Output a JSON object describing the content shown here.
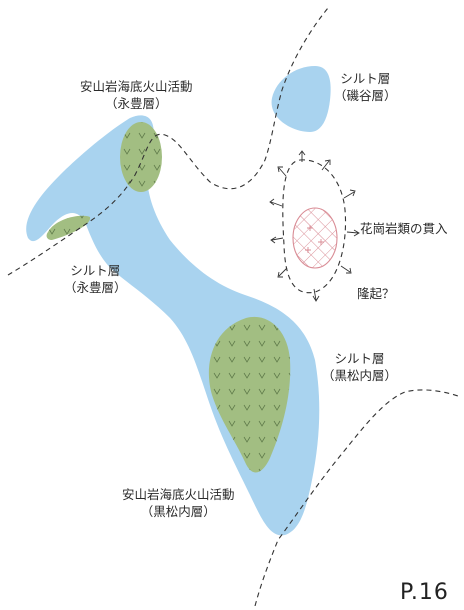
{
  "labels": {
    "andesite_eifu": {
      "line1": "安山岩海底火山活動",
      "line2": "（永豊層）"
    },
    "silt_isoya": {
      "line1": "シルト層",
      "line2": "（磯谷層）"
    },
    "granite": "花崗岩類の貫入",
    "uplift": "隆起？",
    "silt_eifu": {
      "line1": "シルト層",
      "line2": "（永豊層）"
    },
    "silt_kuromatsunai": {
      "line1": "シルト層",
      "line2": "（黒松内層）"
    },
    "andesite_kuromatsunai": {
      "line1": "安山岩海底火山活動",
      "line2": "（黒松内層）"
    },
    "page_marker": "P.16"
  },
  "colors": {
    "silt_fill": "#a9d3ef",
    "volcanic_fill": "#a2be82",
    "granite_stroke": "#d98c95",
    "line": "#333333"
  }
}
